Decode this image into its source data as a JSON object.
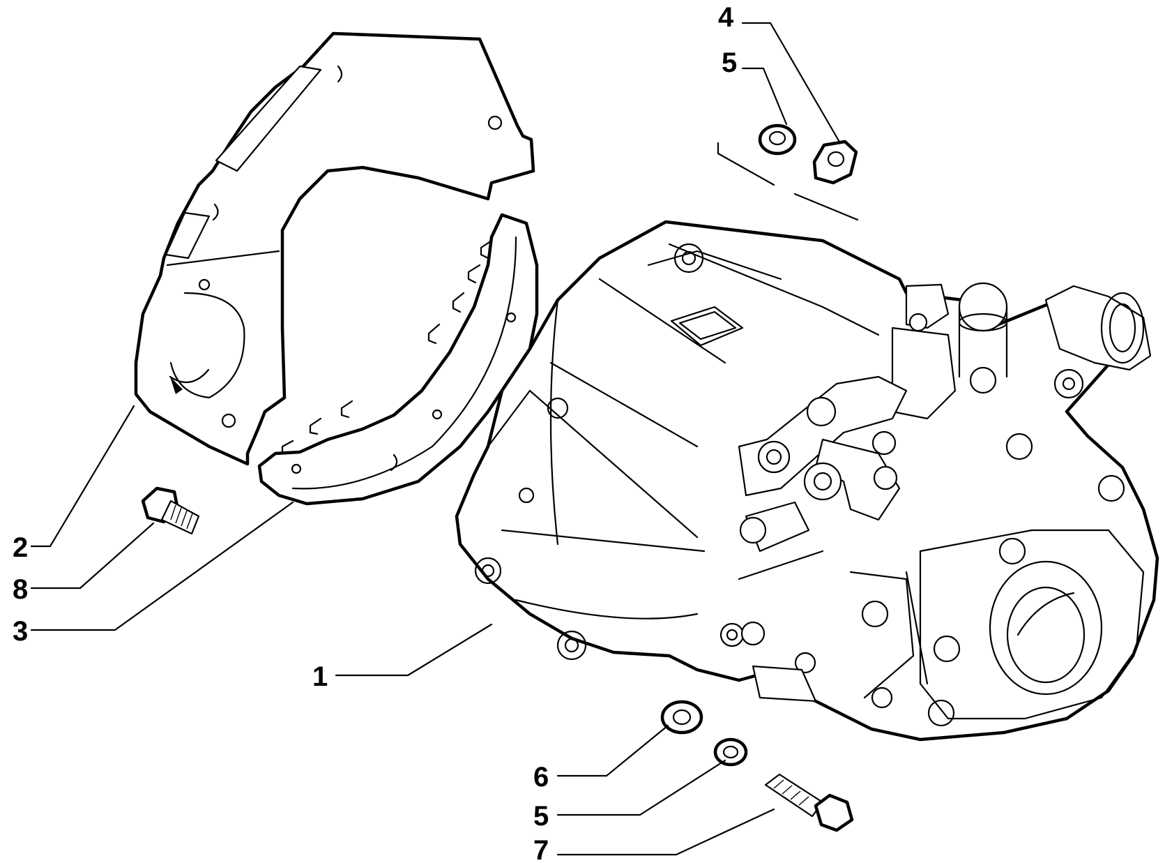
{
  "diagram": {
    "callouts": [
      {
        "id": "c1",
        "label": "1"
      },
      {
        "id": "c2",
        "label": "2"
      },
      {
        "id": "c3",
        "label": "3"
      },
      {
        "id": "c4",
        "label": "4"
      },
      {
        "id": "c5a",
        "label": "5"
      },
      {
        "id": "c5b",
        "label": "5"
      },
      {
        "id": "c6",
        "label": "6"
      },
      {
        "id": "c7",
        "label": "7"
      },
      {
        "id": "c8",
        "label": "8"
      }
    ]
  }
}
